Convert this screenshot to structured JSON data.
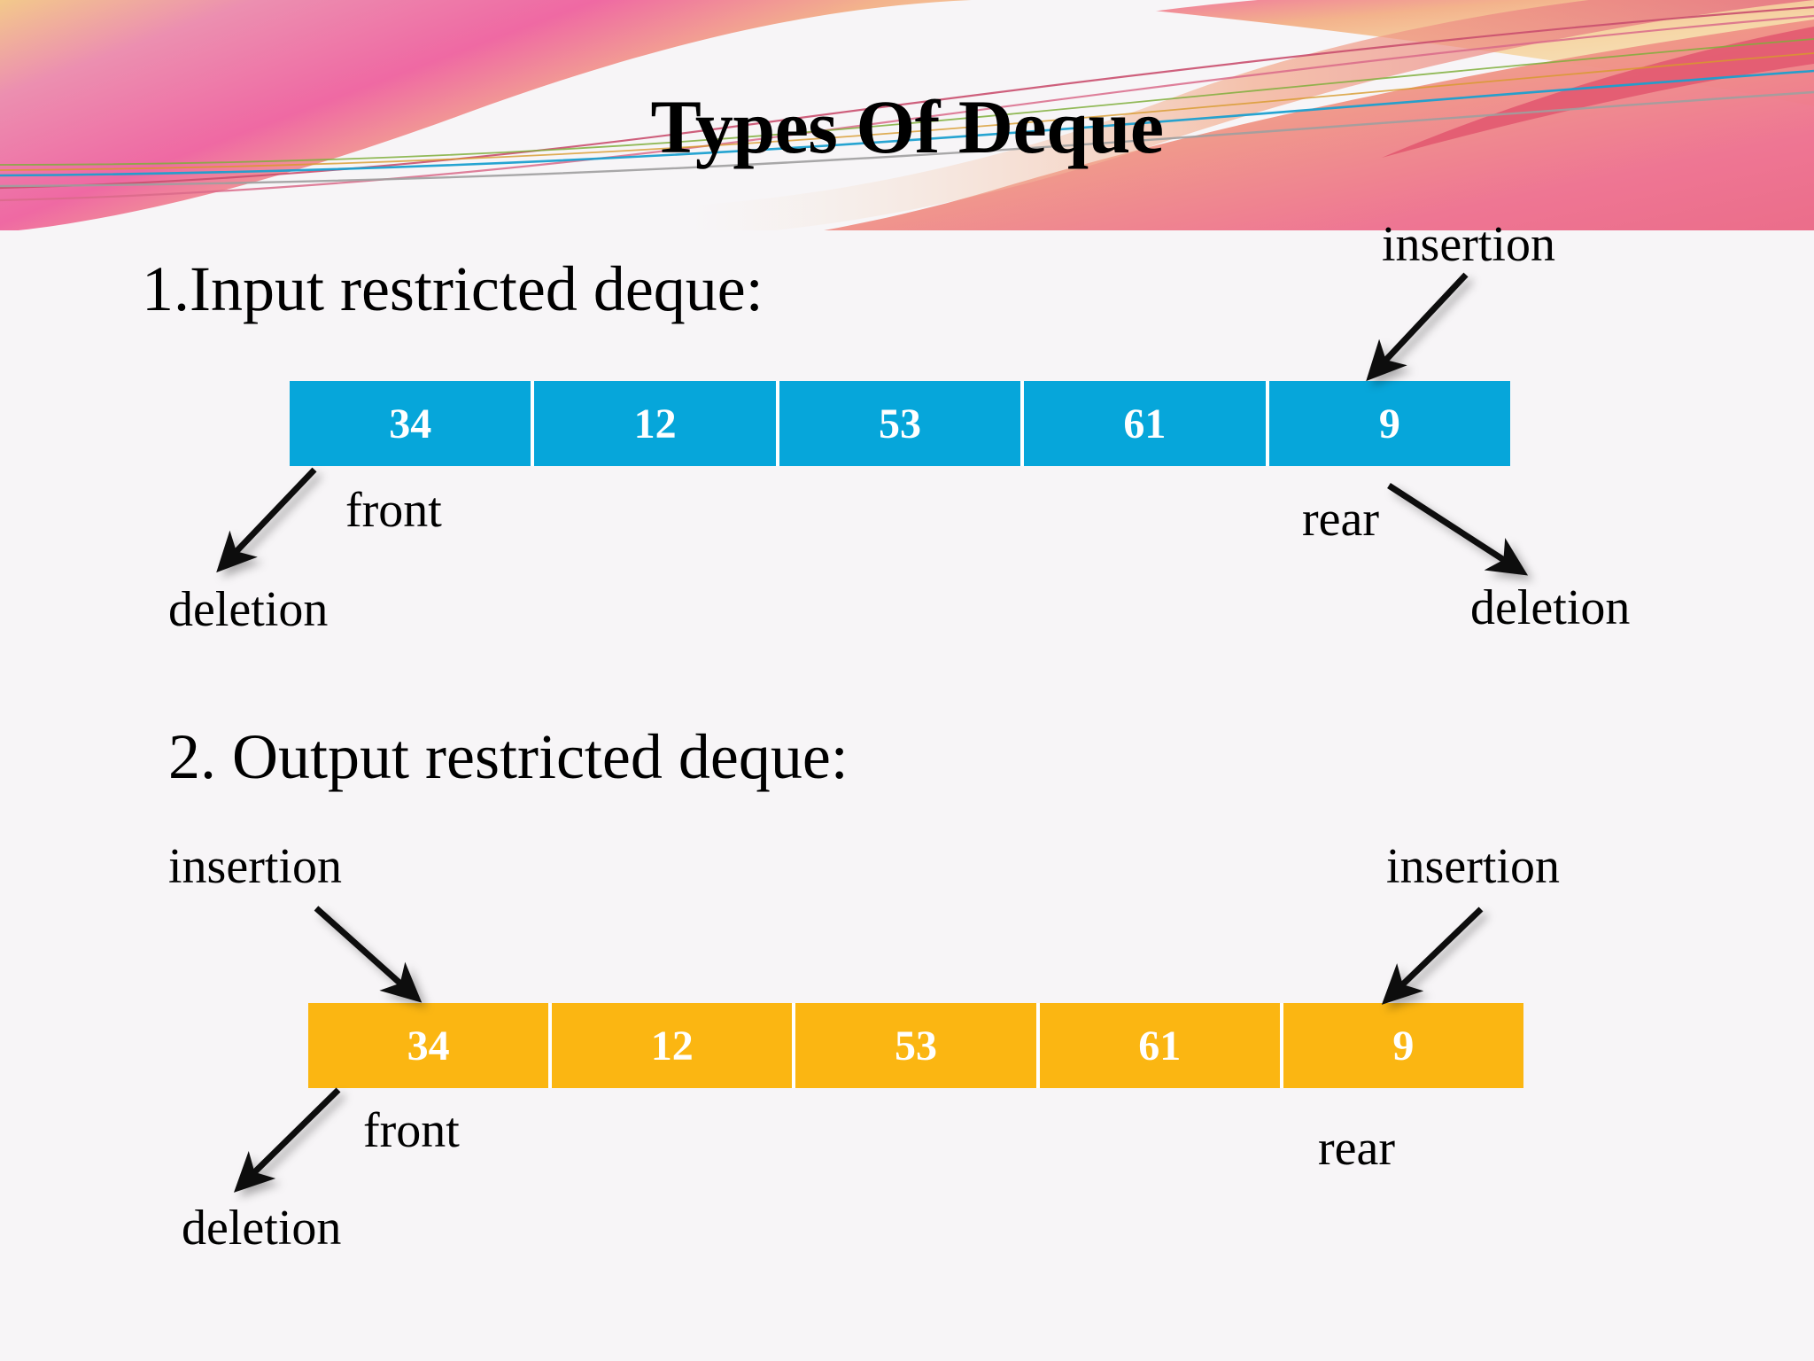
{
  "slide": {
    "title": "Types Of Deque",
    "background_color": "#f7f5f7",
    "theme_colors": {
      "blue_bar": "#06A6DA",
      "orange_bar": "#FBB612",
      "title_text": "#000000",
      "cell_text": "#ffffff",
      "deco_pink": "#EE5C9A",
      "deco_peach": "#F0A882",
      "deco_rose": "#E8617F"
    }
  },
  "sections": [
    {
      "heading": "1.Input restricted deque:",
      "deque": {
        "color": "#06A6DA",
        "cells": [
          "34",
          "12",
          "53",
          "61",
          "9"
        ]
      },
      "annotations": {
        "insertion_rear": "insertion",
        "front": "front",
        "rear": "rear",
        "deletion_front": "deletion",
        "deletion_rear": "deletion"
      }
    },
    {
      "heading": "2. Output restricted deque:",
      "deque": {
        "color": "#FBB612",
        "cells": [
          "34",
          "12",
          "53",
          "61",
          "9"
        ]
      },
      "annotations": {
        "insertion_front": "insertion",
        "insertion_rear": "insertion",
        "front": "front",
        "rear": "rear",
        "deletion_front": "deletion"
      }
    }
  ]
}
